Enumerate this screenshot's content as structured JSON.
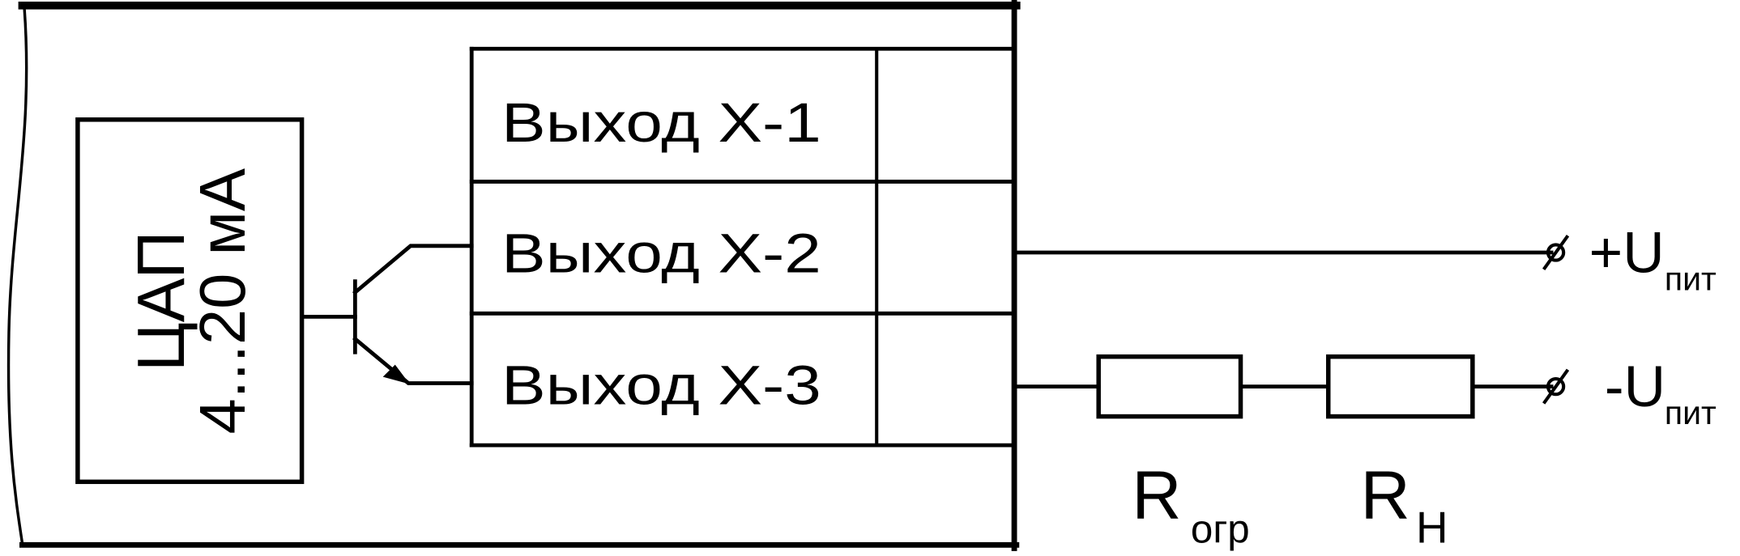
{
  "dac": {
    "line1": "ЦАП",
    "line2": "4...20 мА"
  },
  "outputs": [
    {
      "label": "Выход Х-1"
    },
    {
      "label": "Выход Х-2"
    },
    {
      "label": "Выход Х-3"
    }
  ],
  "supply_plus": {
    "main": "+U",
    "sub": "пит"
  },
  "supply_minus": {
    "main": "-U",
    "sub": "пит"
  },
  "resistor_limit": {
    "main": "R",
    "sub": "огр"
  },
  "resistor_load": {
    "main": "R",
    "sub": "Н"
  }
}
